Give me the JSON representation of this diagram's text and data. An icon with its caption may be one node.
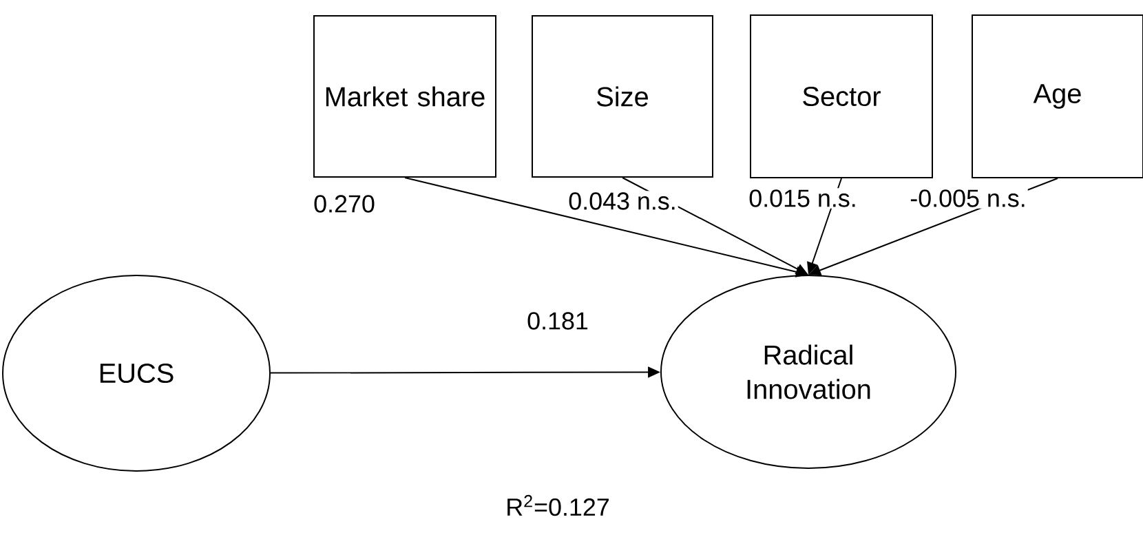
{
  "diagram": {
    "nodes": [
      {
        "text": [
          "Market share"
        ]
      },
      {
        "text": [
          "Size"
        ]
      },
      {
        "text": [
          "Sector"
        ]
      },
      {
        "text": [
          "Age"
        ]
      },
      {
        "text": [
          "EUCS"
        ]
      },
      {
        "text": [
          "Radical Innovation"
        ]
      }
    ],
    "edges": [
      {
        "from": 0,
        "to": 5,
        "arrow": "to",
        "label": "0.270"
      },
      {
        "from": 1,
        "to": 5,
        "arrow": "to",
        "label": "0.043 n.s."
      },
      {
        "from": 2,
        "to": 5,
        "arrow": "to",
        "label": "0.015 n.s."
      },
      {
        "from": 3,
        "to": 5,
        "arrow": "to",
        "label": "-0.005 n.s."
      },
      {
        "from": 4,
        "to": 5,
        "arrow": "to",
        "label": "0.181"
      }
    ],
    "labels": [
      "R$^{2}$=0.127"
    ]
  }
}
